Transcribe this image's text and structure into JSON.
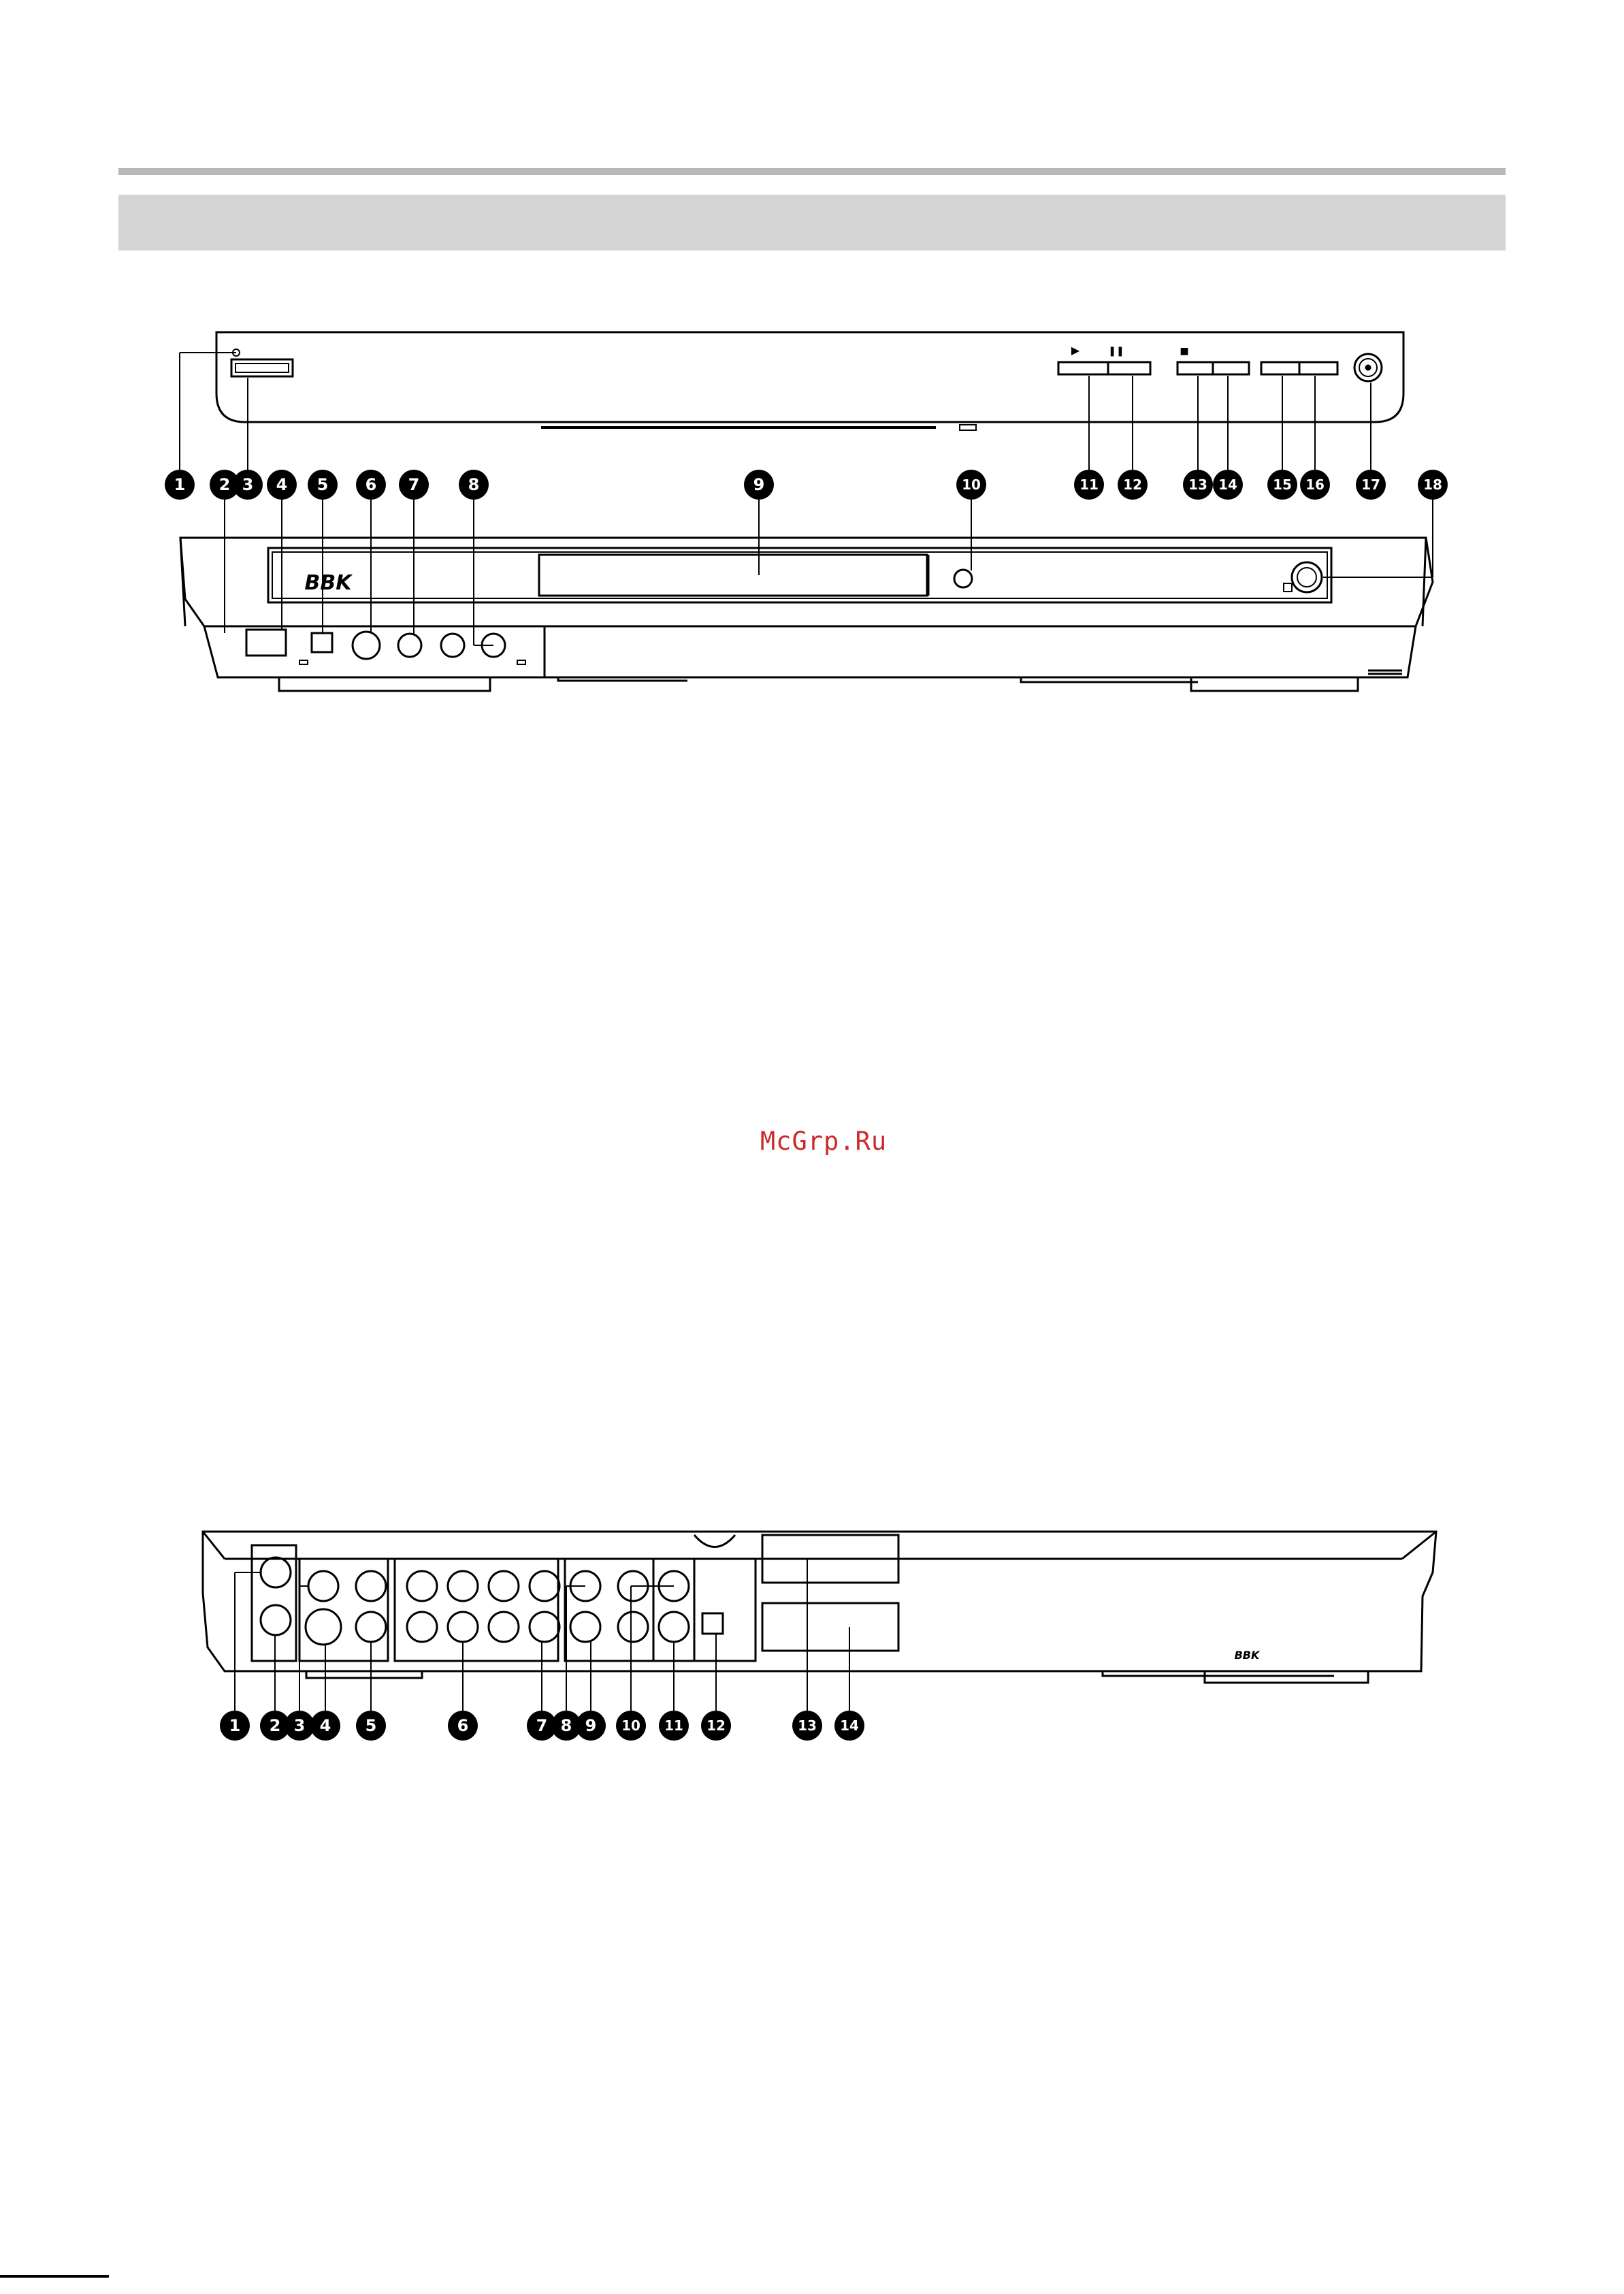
{
  "watermark": "McGrp.Ru",
  "brand_logo": "BBK",
  "front_panel": {
    "button_symbols": {
      "play": "▶",
      "pause": "❚❚",
      "stop": "■"
    },
    "callouts": [
      "1",
      "2",
      "3",
      "4",
      "5",
      "6",
      "7",
      "8",
      "9",
      "10",
      "11",
      "12",
      "13",
      "14",
      "15",
      "16",
      "17",
      "18"
    ]
  },
  "rear_panel": {
    "callouts": [
      "1",
      "2",
      "3",
      "4",
      "5",
      "6",
      "7",
      "8",
      "9",
      "10",
      "11",
      "12",
      "13",
      "14"
    ]
  }
}
